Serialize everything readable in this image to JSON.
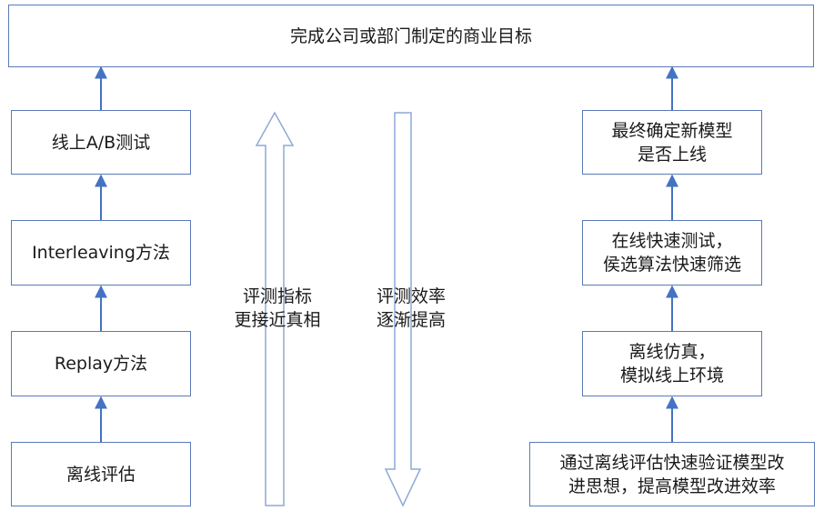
{
  "goal": {
    "text": "完成公司或部门制定的商业目标"
  },
  "left_column": [
    {
      "id": "ab-test",
      "lines": [
        "线上A/B测试"
      ]
    },
    {
      "id": "interleaving",
      "lines": [
        "Interleaving方法"
      ]
    },
    {
      "id": "replay",
      "lines": [
        "Replay方法"
      ]
    },
    {
      "id": "offline-eval",
      "lines": [
        "离线评估"
      ]
    }
  ],
  "right_column": [
    {
      "id": "final-launch",
      "lines": [
        "最终确定新模型",
        "是否上线"
      ]
    },
    {
      "id": "online-fast-test",
      "lines": [
        "在线快速测试，",
        "侯选算法快速筛选"
      ]
    },
    {
      "id": "offline-sim",
      "lines": [
        "离线仿真，",
        "模拟线上环境"
      ]
    },
    {
      "id": "offline-quick-verify",
      "lines": [
        "通过离线评估快速验证模型改",
        "进思想，提高模型改进效率"
      ]
    }
  ],
  "up_arrow_caption": {
    "lines": [
      "评测指标",
      "更接近真相"
    ]
  },
  "down_arrow_caption": {
    "lines": [
      "评测效率",
      "逐渐提高"
    ]
  },
  "colors": {
    "box_border": "#5a7ab8",
    "arrow": "#4472c4",
    "big_arrow": "#8fa9d6"
  }
}
